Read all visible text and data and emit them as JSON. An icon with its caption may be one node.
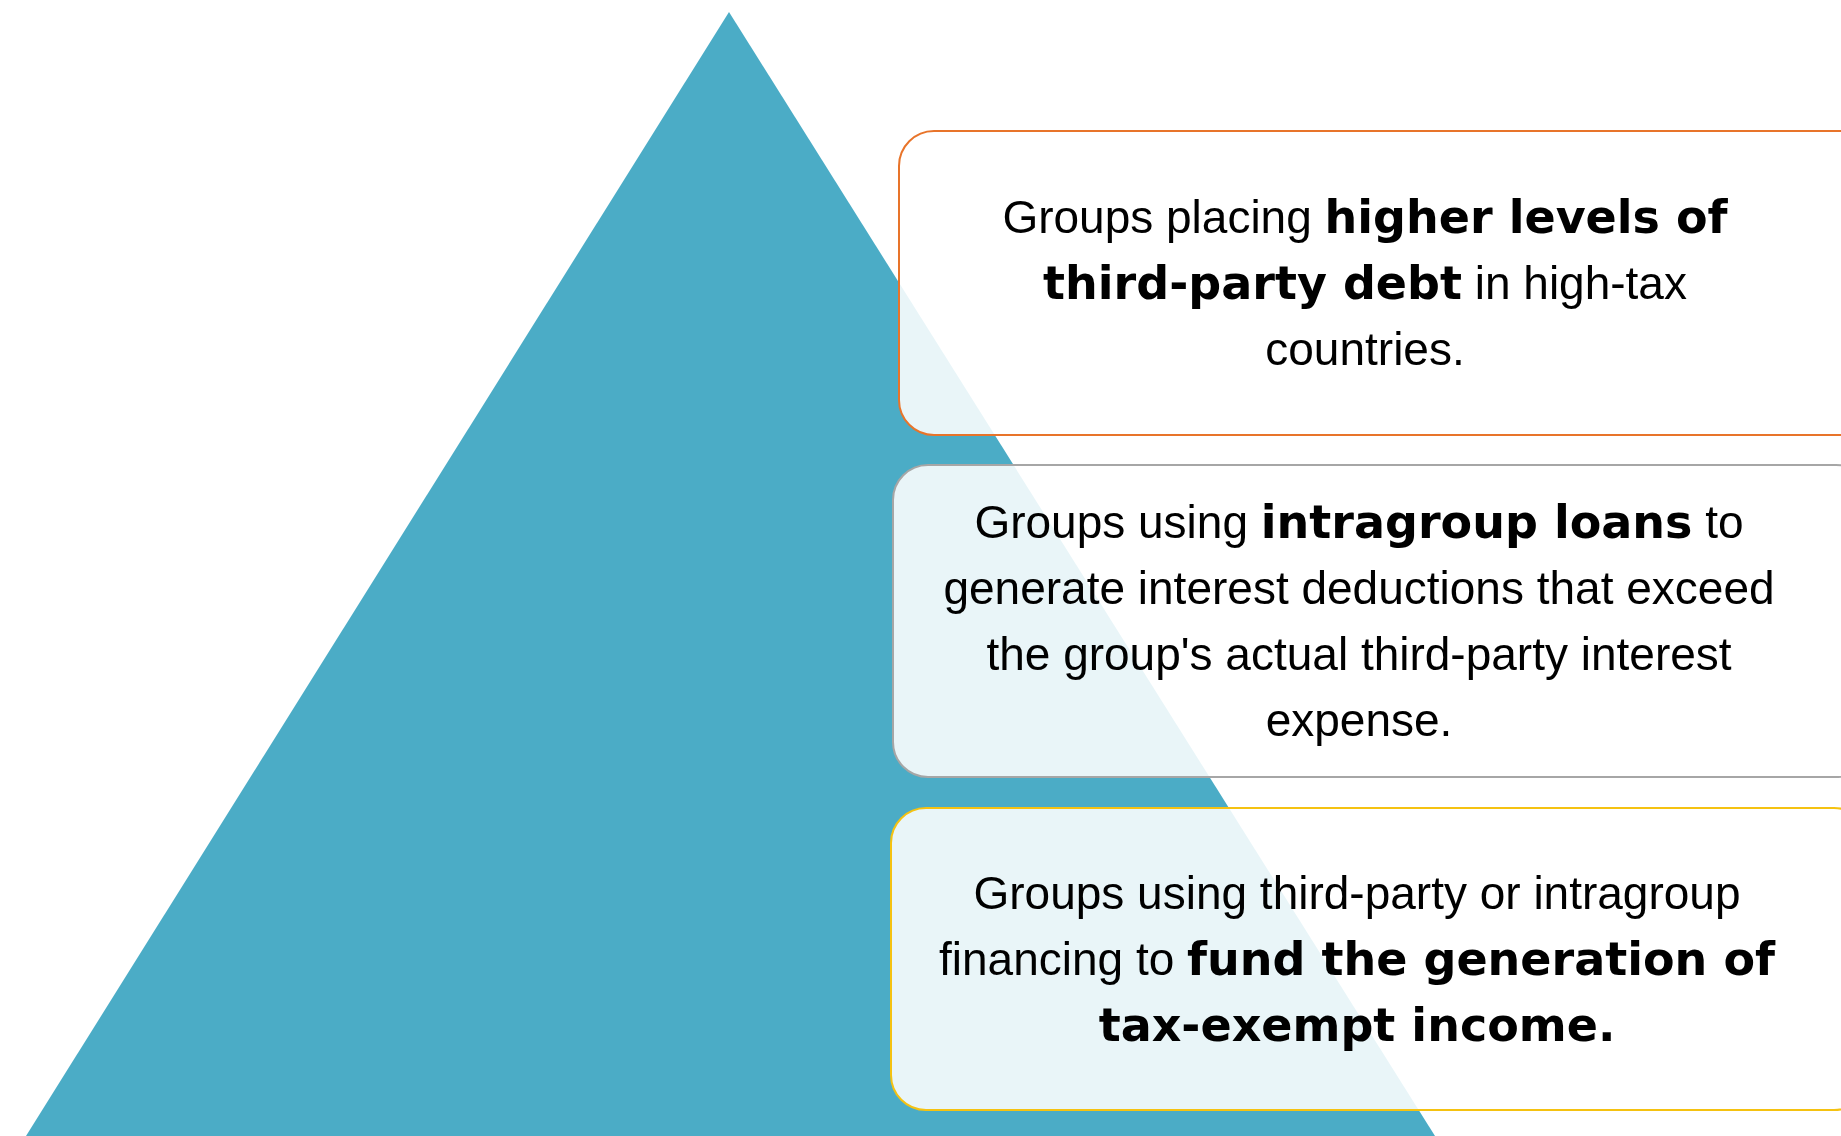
{
  "diagram": {
    "nodes": [
      {
        "text": [
          "Groups placing **higher levels of third-party debt** in high-tax countries."
        ]
      },
      {
        "text": [
          "Groups using **intragroup loans** to generate interest deductions that exceed the group's actual third-party interest expense."
        ]
      },
      {
        "text": [
          "Groups using third-party or intragroup financing to **fund the generation of tax-exempt income.**"
        ]
      }
    ]
  }
}
